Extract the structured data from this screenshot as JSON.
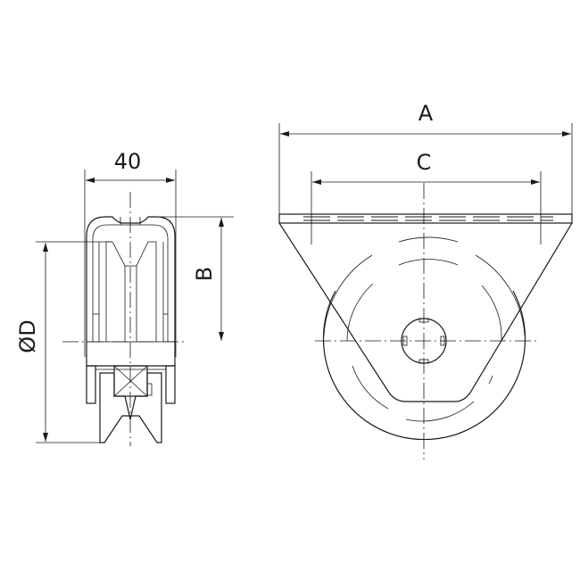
{
  "drawing": {
    "side_view": {
      "width_label": "40",
      "height_label": "B",
      "diameter_label": "ØD"
    },
    "front_view": {
      "overall_width_label": "A",
      "hole_spacing_label": "C"
    }
  }
}
